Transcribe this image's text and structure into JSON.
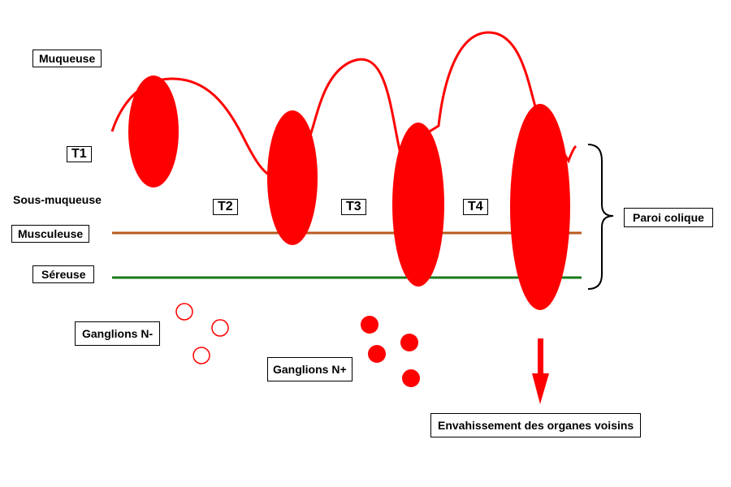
{
  "layers": {
    "mucosa": "Muqueuse",
    "submucosa": "Sous-muqueuse",
    "muscularis": "Musculeuse",
    "serosa": "Séreuse"
  },
  "stages": [
    "T1",
    "T2",
    "T3",
    "T4"
  ],
  "wall_label": "Paroi colique",
  "nodes_negative": "Ganglions N-",
  "nodes_positive": "Ganglions N+",
  "invasion_label": "Envahissement des organes voisins",
  "colors": {
    "tumor": "#ff0000",
    "muscularis_line": "#b85a1e",
    "serosa_line": "#1a7a1a",
    "outline": "#000000"
  }
}
